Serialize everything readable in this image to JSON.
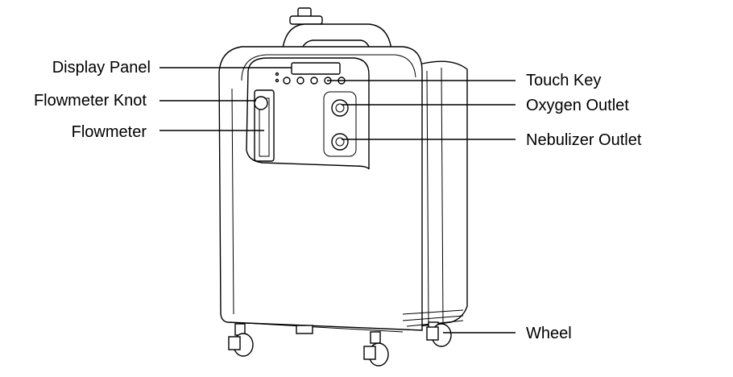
{
  "labels": {
    "display_panel": "Display Panel",
    "flowmeter_knot": "Flowmeter Knot",
    "flowmeter": "Flowmeter",
    "touch_key": "Touch Key",
    "oxygen_outlet": "Oxygen Outlet",
    "nebulizer_outlet": "Nebulizer Outlet",
    "wheel": "Wheel"
  },
  "icons": {
    "device": "oxygen-concentrator-illustration"
  },
  "colors": {
    "ink": "#000000",
    "background": "#ffffff"
  }
}
